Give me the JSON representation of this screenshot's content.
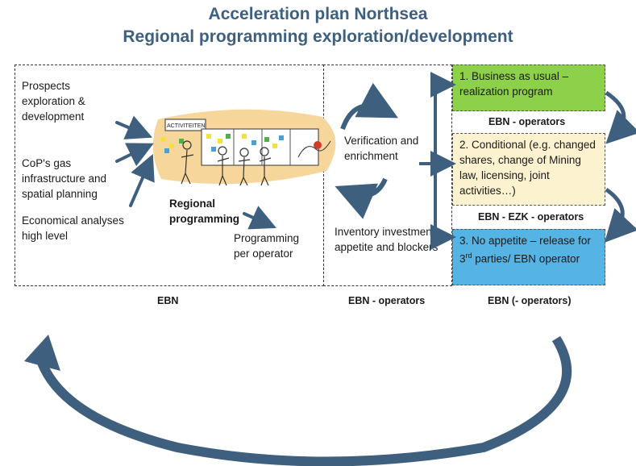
{
  "title_line1": "Acceleration plan Northsea",
  "title_line2": "Regional programming exploration/development",
  "left_inputs": [
    "Prospects exploration & development",
    "CoP's gas infrastructure and spatial planning",
    "Economical analyses high level"
  ],
  "board_label": "ACTIVITEITEN",
  "regional_programming": "Regional programming",
  "programming_per_operator": "Programming per operator",
  "verification": "Verification and enrichment",
  "inventory": "Inventory investment appetite and blockers",
  "options": [
    {
      "text": "1. Business as usual – realization program",
      "color": "#8dd04a"
    },
    {
      "text": "2. Conditional (e.g. changed shares, change of Mining law, licensing, joint activities…)",
      "color": "#fdf2d0"
    },
    {
      "pre": "3. No appetite – release for 3",
      "sup": "rd",
      "post": " parties/ EBN operator",
      "color": "#56b4e4"
    }
  ],
  "between_labels": [
    "EBN - operators",
    "EBN - EZK - operators"
  ],
  "bottom_labels": [
    "EBN",
    "EBN - operators",
    "EBN (- operators)"
  ],
  "colors": {
    "title": "#3d5f80",
    "arrow": "#3e5f7e",
    "highlight": "#f6d69a"
  }
}
